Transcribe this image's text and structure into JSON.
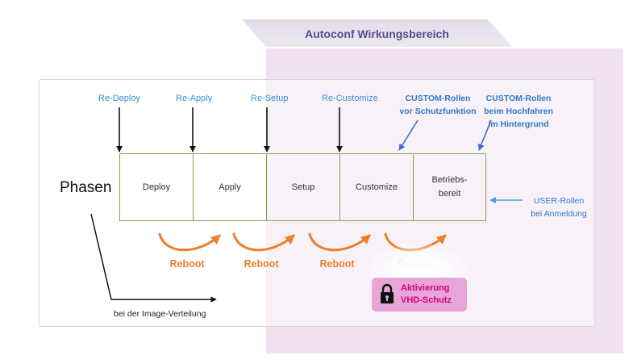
{
  "header": {
    "title": "Autoconf Wirkungsbereich"
  },
  "phases_label": "Phasen",
  "phases": [
    "Deploy",
    "Apply",
    "Setup",
    "Customize",
    "Betriebs-\nbereit"
  ],
  "top_labels": [
    "Re-Deploy",
    "Re-Apply",
    "Re-Setup",
    "Re-Customize"
  ],
  "custom_roles": {
    "first": [
      "CUSTOM-Rollen",
      "vor Schutzfunktion"
    ],
    "second": [
      "CUSTOM-Rollen",
      "beim Hochfahren",
      "im Hintergrund"
    ]
  },
  "user_roles": [
    "USER-Rollen",
    "bei Anmeldung"
  ],
  "reboot_label": "Reboot",
  "activation": [
    "Aktivierung",
    "VHD-Schutz"
  ],
  "footer": "bei der Image-Verteilung",
  "colors": {
    "autoconf_region": "#efe1ef",
    "header": "#5a4a93",
    "blue": "#3a8fd3",
    "orange": "#ee7e2a",
    "magenta": "#d6007f",
    "phase_border": "#8a9e4a"
  },
  "icons": [
    "lock-icon",
    "arrow-down-icon",
    "curved-arrow-icon"
  ]
}
